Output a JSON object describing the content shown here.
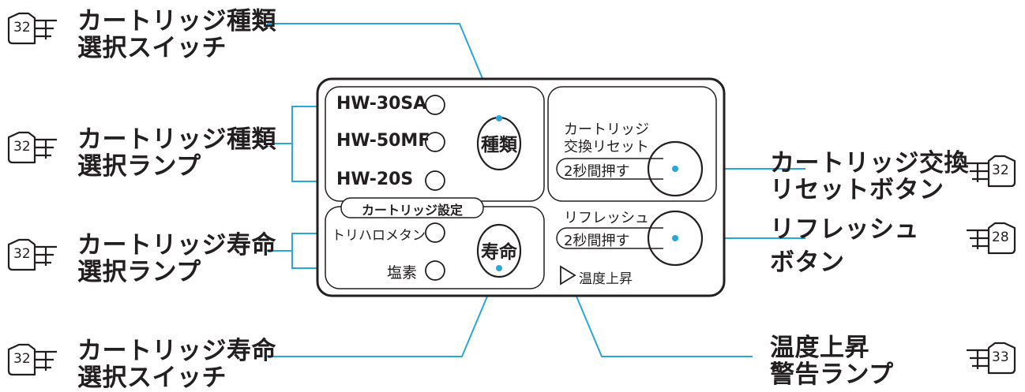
{
  "callouts": {
    "type_switch": {
      "line1": "カートリッジ種類",
      "line2": "選択スイッチ",
      "page": "32"
    },
    "type_lamp": {
      "line1": "カートリッジ種類",
      "line2": "選択ランプ",
      "page": "32"
    },
    "life_lamp": {
      "line1": "カートリッジ寿命",
      "line2": "選択ランプ",
      "page": "32"
    },
    "life_switch": {
      "line1": "カートリッジ寿命",
      "line2": "選択スイッチ",
      "page": "32"
    },
    "reset_button": {
      "line1": "カートリッジ交換",
      "line2": "リセットボタン",
      "page": "32"
    },
    "refresh_button": {
      "line1": "リフレッシュ",
      "line2": "ボタン",
      "page": "28"
    },
    "temp_lamp": {
      "line1": "温度上昇",
      "line2": "警告ランプ",
      "page": "33"
    }
  },
  "panel": {
    "cartridges": [
      "HW-30SA",
      "HW-50MF",
      "HW-20S"
    ],
    "type_button": "種類",
    "setting_label": "カートリッジ設定",
    "life_options": [
      "トリハロメタン",
      "塩素"
    ],
    "life_button": "寿命",
    "reset_label_line1": "カートリッジ",
    "reset_label_line2": "交換リセット",
    "hold_label": "2秒間押す",
    "refresh_label": "リフレッシュ",
    "hold_label_2": "2秒間押す",
    "temp_label": "温度上昇"
  }
}
